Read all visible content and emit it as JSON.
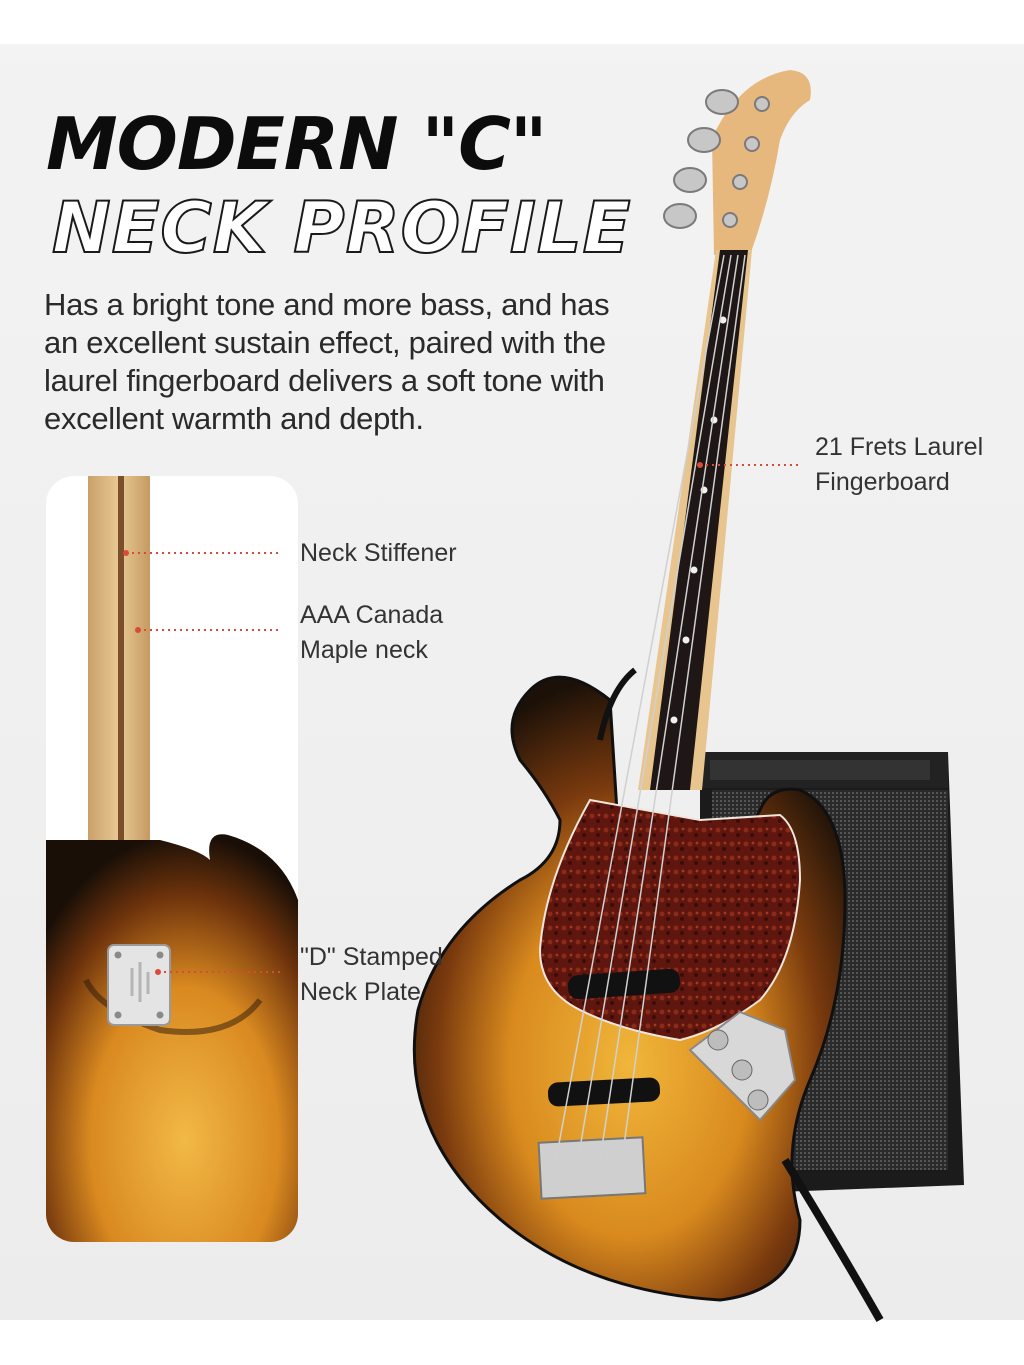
{
  "heading": {
    "line1": "MODERN \"C\"",
    "line2": "NECK PROFILE"
  },
  "description": "Has a bright tone and more bass, and has an excellent sustain effect, paired with the laurel fingerboard delivers a soft tone with excellent warmth and depth.",
  "callouts": {
    "fingerboard": {
      "line1": "21 Frets Laurel",
      "line2": "Fingerboard"
    },
    "stiffener": {
      "line1": "Neck Stiffener"
    },
    "maple": {
      "line1": "AAA Canada",
      "line2": "Maple neck"
    },
    "neckplate": {
      "line1": "\"D\" Stamped",
      "line2": "Neck Plate"
    }
  },
  "colors": {
    "accent_dots": "#d94a3a",
    "sunburst_center": "#e9a52a",
    "sunburst_edge": "#1c1108",
    "pickguard": "#6b1a12"
  }
}
